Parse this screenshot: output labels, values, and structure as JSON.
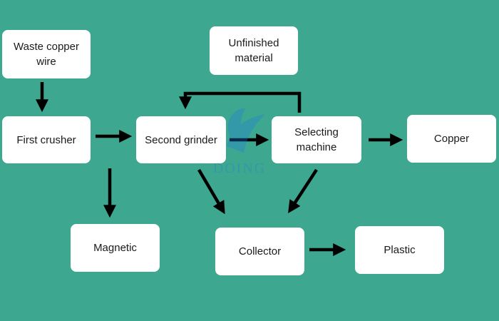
{
  "nodes": {
    "waste": "Waste copper\nwire",
    "crusher": "First crusher",
    "grinder": "Second grinder",
    "selecting": "Selecting\nmachine",
    "copper": "Copper",
    "unfinished": "Unfinished\nmaterial",
    "magnetic": "Magnetic",
    "collector": "Collector",
    "plastic": "Plastic"
  },
  "watermark": {
    "text": "DOING"
  },
  "colors": {
    "background": "#3ea78f",
    "node_fill": "#ffffff",
    "arrow": "#000000",
    "watermark": "#1f7fd6"
  }
}
